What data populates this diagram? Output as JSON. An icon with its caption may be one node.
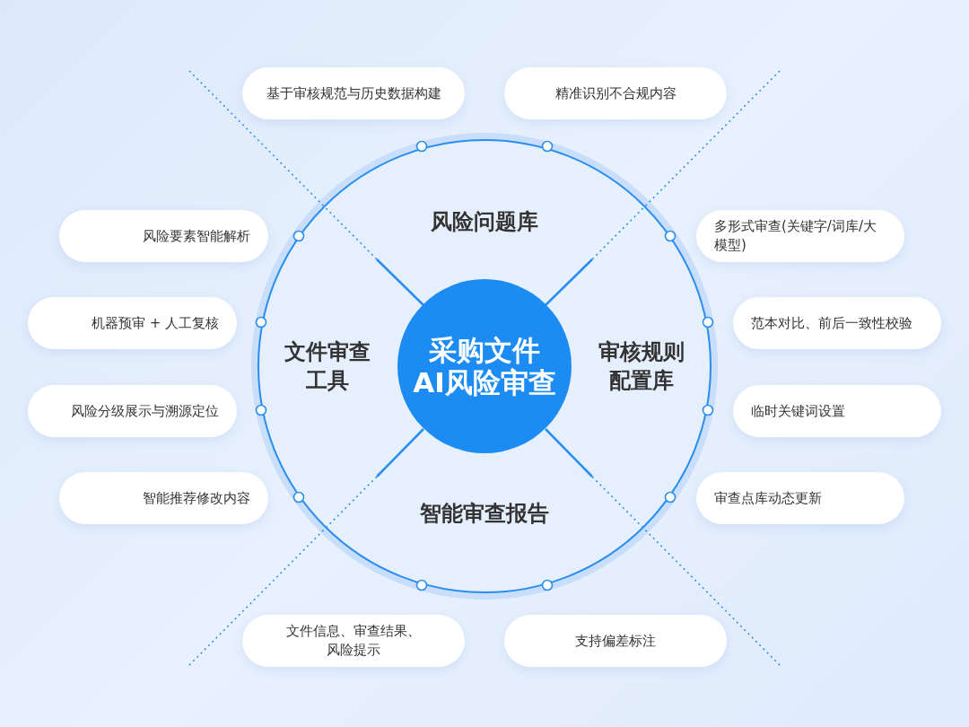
{
  "diagram": {
    "nodes": [
      {
        "text": [
          "采购文件",
          "AI风险审查"
        ]
      },
      {
        "text": [
          "基于审核规范与历史数据构建"
        ]
      },
      {
        "text": [
          "精准识别不合规内容"
        ]
      },
      {
        "text": [
          "风险要素智能解析"
        ]
      },
      {
        "text": [
          "多形式审查(关键字/词库/大模型)"
        ]
      },
      {
        "text": [
          "机器预审 + 人工复核"
        ]
      },
      {
        "text": [
          "范本对比、前后一致性校验"
        ]
      },
      {
        "text": [
          "风险分级展示与溯源定位"
        ]
      },
      {
        "text": [
          "临时关键词设置"
        ]
      },
      {
        "text": [
          "智能推荐修改内容"
        ]
      },
      {
        "text": [
          "审查点库动态更新"
        ]
      },
      {
        "text": [
          "文件信息、审查结果、风险提示"
        ]
      },
      {
        "text": [
          "支持偏差标注"
        ]
      }
    ],
    "labels": [
      "风险问题库",
      "文件审查工具",
      "审核规则配置库",
      "智能审查报告"
    ]
  }
}
